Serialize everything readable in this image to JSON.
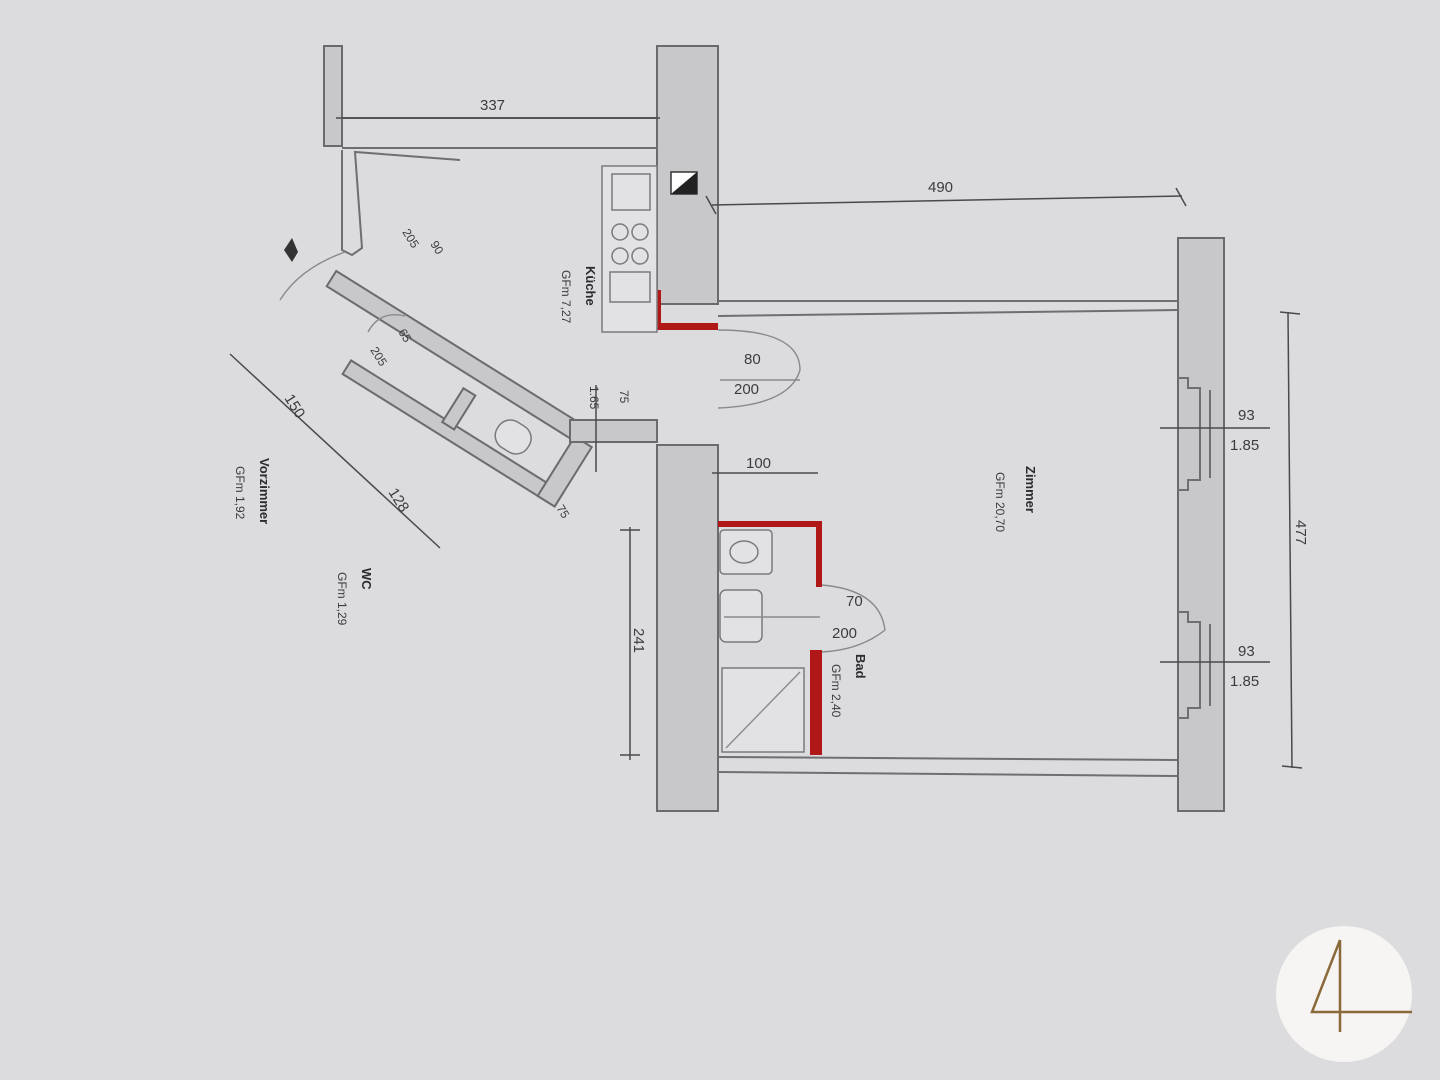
{
  "rooms": {
    "zimmer": {
      "name": "Zimmer",
      "area": "GFm 20,70"
    },
    "kueche": {
      "name": "Küche",
      "area": "GFm 7,27"
    },
    "bad": {
      "name": "Bad",
      "area": "GFm 2,40"
    },
    "wc": {
      "name": "WC",
      "area": "GFm 1,29"
    },
    "vorzimmer": {
      "name": "Vorzimmer",
      "area": "GFm 1,92"
    }
  },
  "dimensions": {
    "d337": "337",
    "d490": "490",
    "d477": "477",
    "d241": "241",
    "d100": "100",
    "d150": "150",
    "d128": "128",
    "d75b": "75",
    "window1_w": "93",
    "window1_h": "1.85",
    "window2_w": "93",
    "window2_h": "1.85",
    "door_zimmer_w": "80",
    "door_zimmer_h": "200",
    "door_bad_w": "70",
    "door_bad_h": "200",
    "door_kueche_w": "75",
    "door_kueche_h": "1.65",
    "door_wc_w": "65",
    "door_wc_h": "205",
    "door_entry_w": "90",
    "door_entry_h": "205"
  },
  "badge": {
    "number": "4"
  },
  "colors": {
    "paper": "#dcdcde",
    "wall": "#c8c8ca",
    "highlight": "#b01818",
    "badge_line": "#8a6a3a"
  }
}
